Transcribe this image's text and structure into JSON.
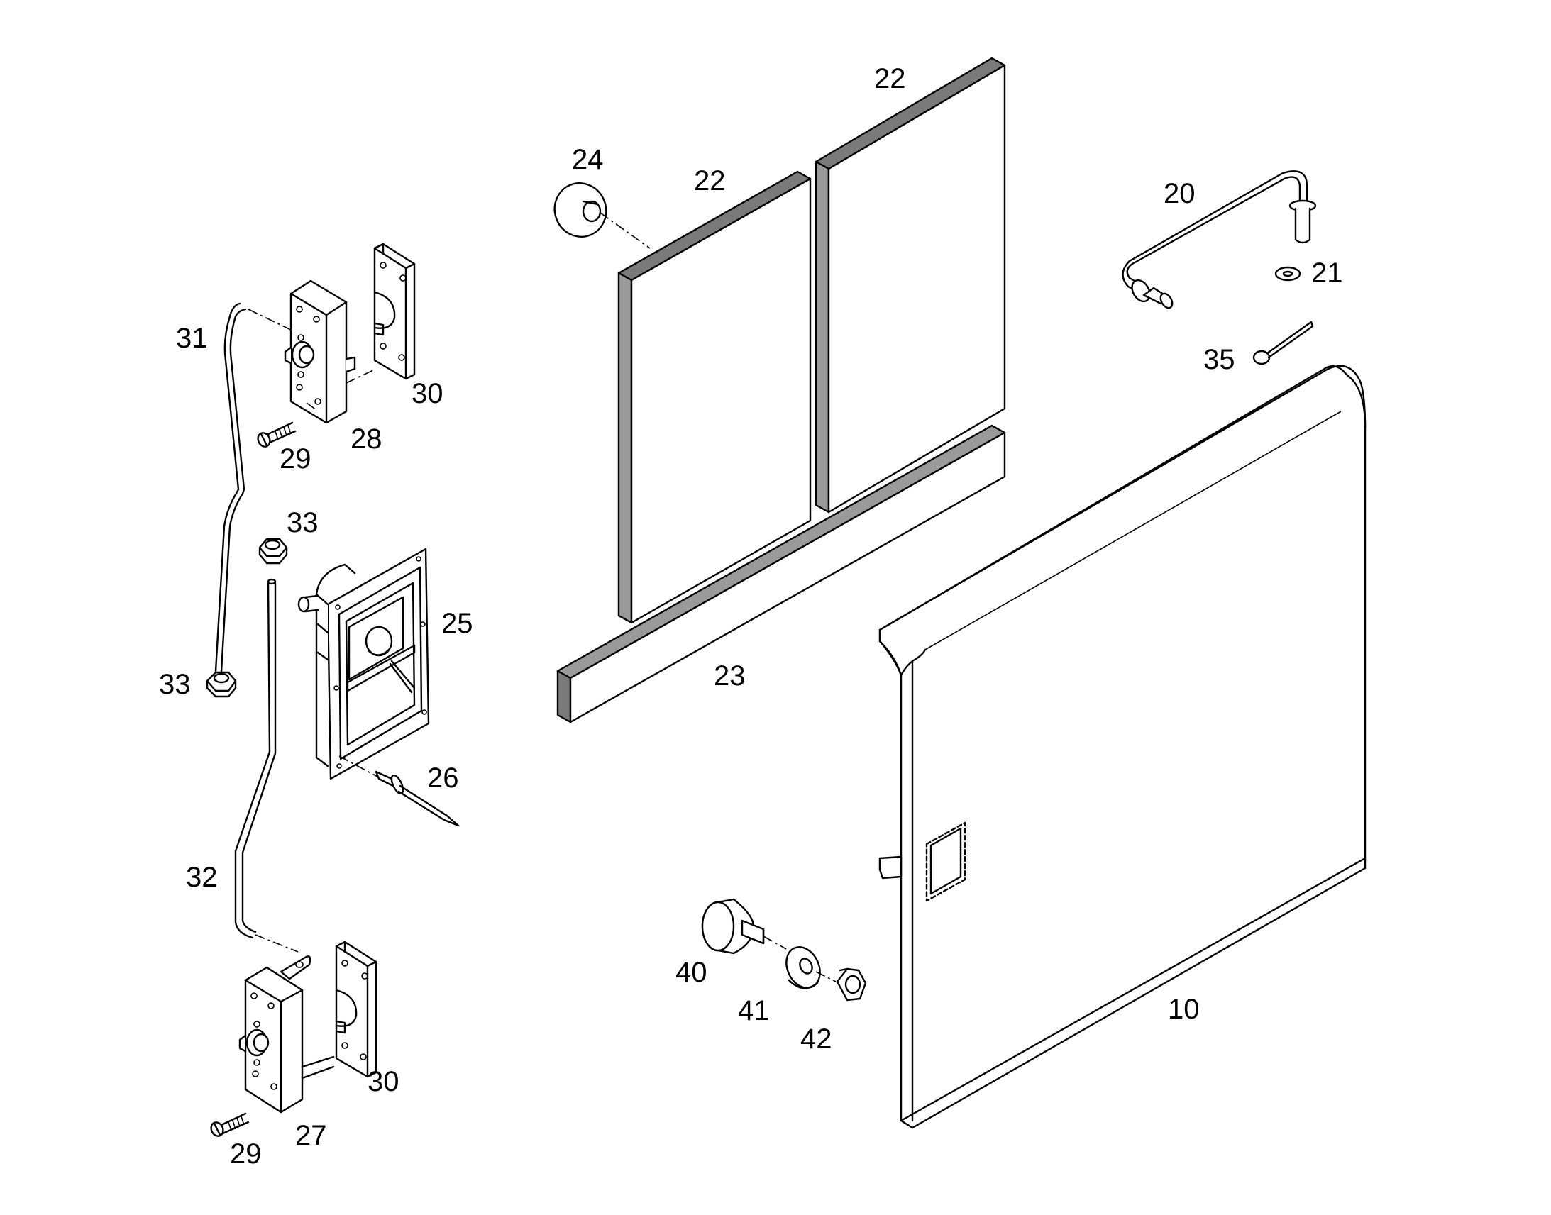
{
  "labels": {
    "p10": "10",
    "p20": "20",
    "p21": "21",
    "p22a": "22",
    "p22b": "22",
    "p23": "23",
    "p24": "24",
    "p25": "25",
    "p26": "26",
    "p27": "27",
    "p28": "28",
    "p29a": "29",
    "p29b": "29",
    "p30a": "30",
    "p30b": "30",
    "p31": "31",
    "p32": "32",
    "p33a": "33",
    "p33b": "33",
    "p35": "35",
    "p40": "40",
    "p41": "41",
    "p42": "42"
  }
}
